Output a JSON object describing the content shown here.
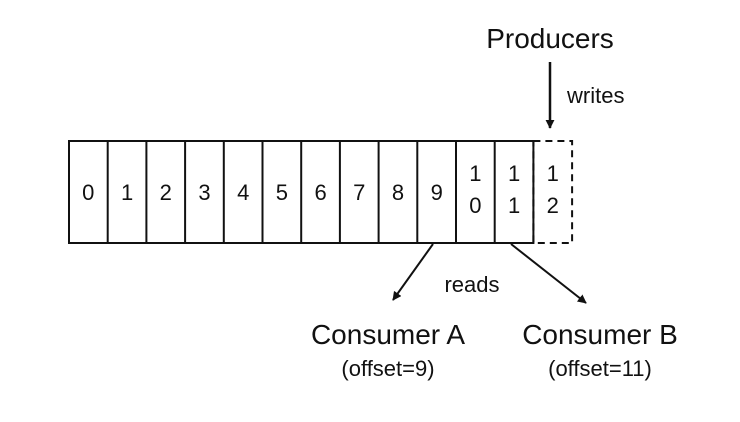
{
  "diagram": {
    "producers_label": "Producers",
    "writes_label": "writes",
    "reads_label": "reads",
    "cells": [
      {
        "lines": [
          "0"
        ]
      },
      {
        "lines": [
          "1"
        ]
      },
      {
        "lines": [
          "2"
        ]
      },
      {
        "lines": [
          "3"
        ]
      },
      {
        "lines": [
          "4"
        ]
      },
      {
        "lines": [
          "5"
        ]
      },
      {
        "lines": [
          "6"
        ]
      },
      {
        "lines": [
          "7"
        ]
      },
      {
        "lines": [
          "8"
        ]
      },
      {
        "lines": [
          "9"
        ]
      },
      {
        "lines": [
          "1",
          "0"
        ]
      },
      {
        "lines": [
          "1",
          "1"
        ]
      },
      {
        "lines": [
          "1",
          "2"
        ],
        "style": "dashed"
      }
    ],
    "consumer_a": {
      "name": "Consumer A",
      "detail": "(offset=9)"
    },
    "consumer_b": {
      "name": "Consumer B",
      "detail": "(offset=11)"
    }
  },
  "colors": {
    "stroke": "#111111",
    "background": "#ffffff"
  }
}
